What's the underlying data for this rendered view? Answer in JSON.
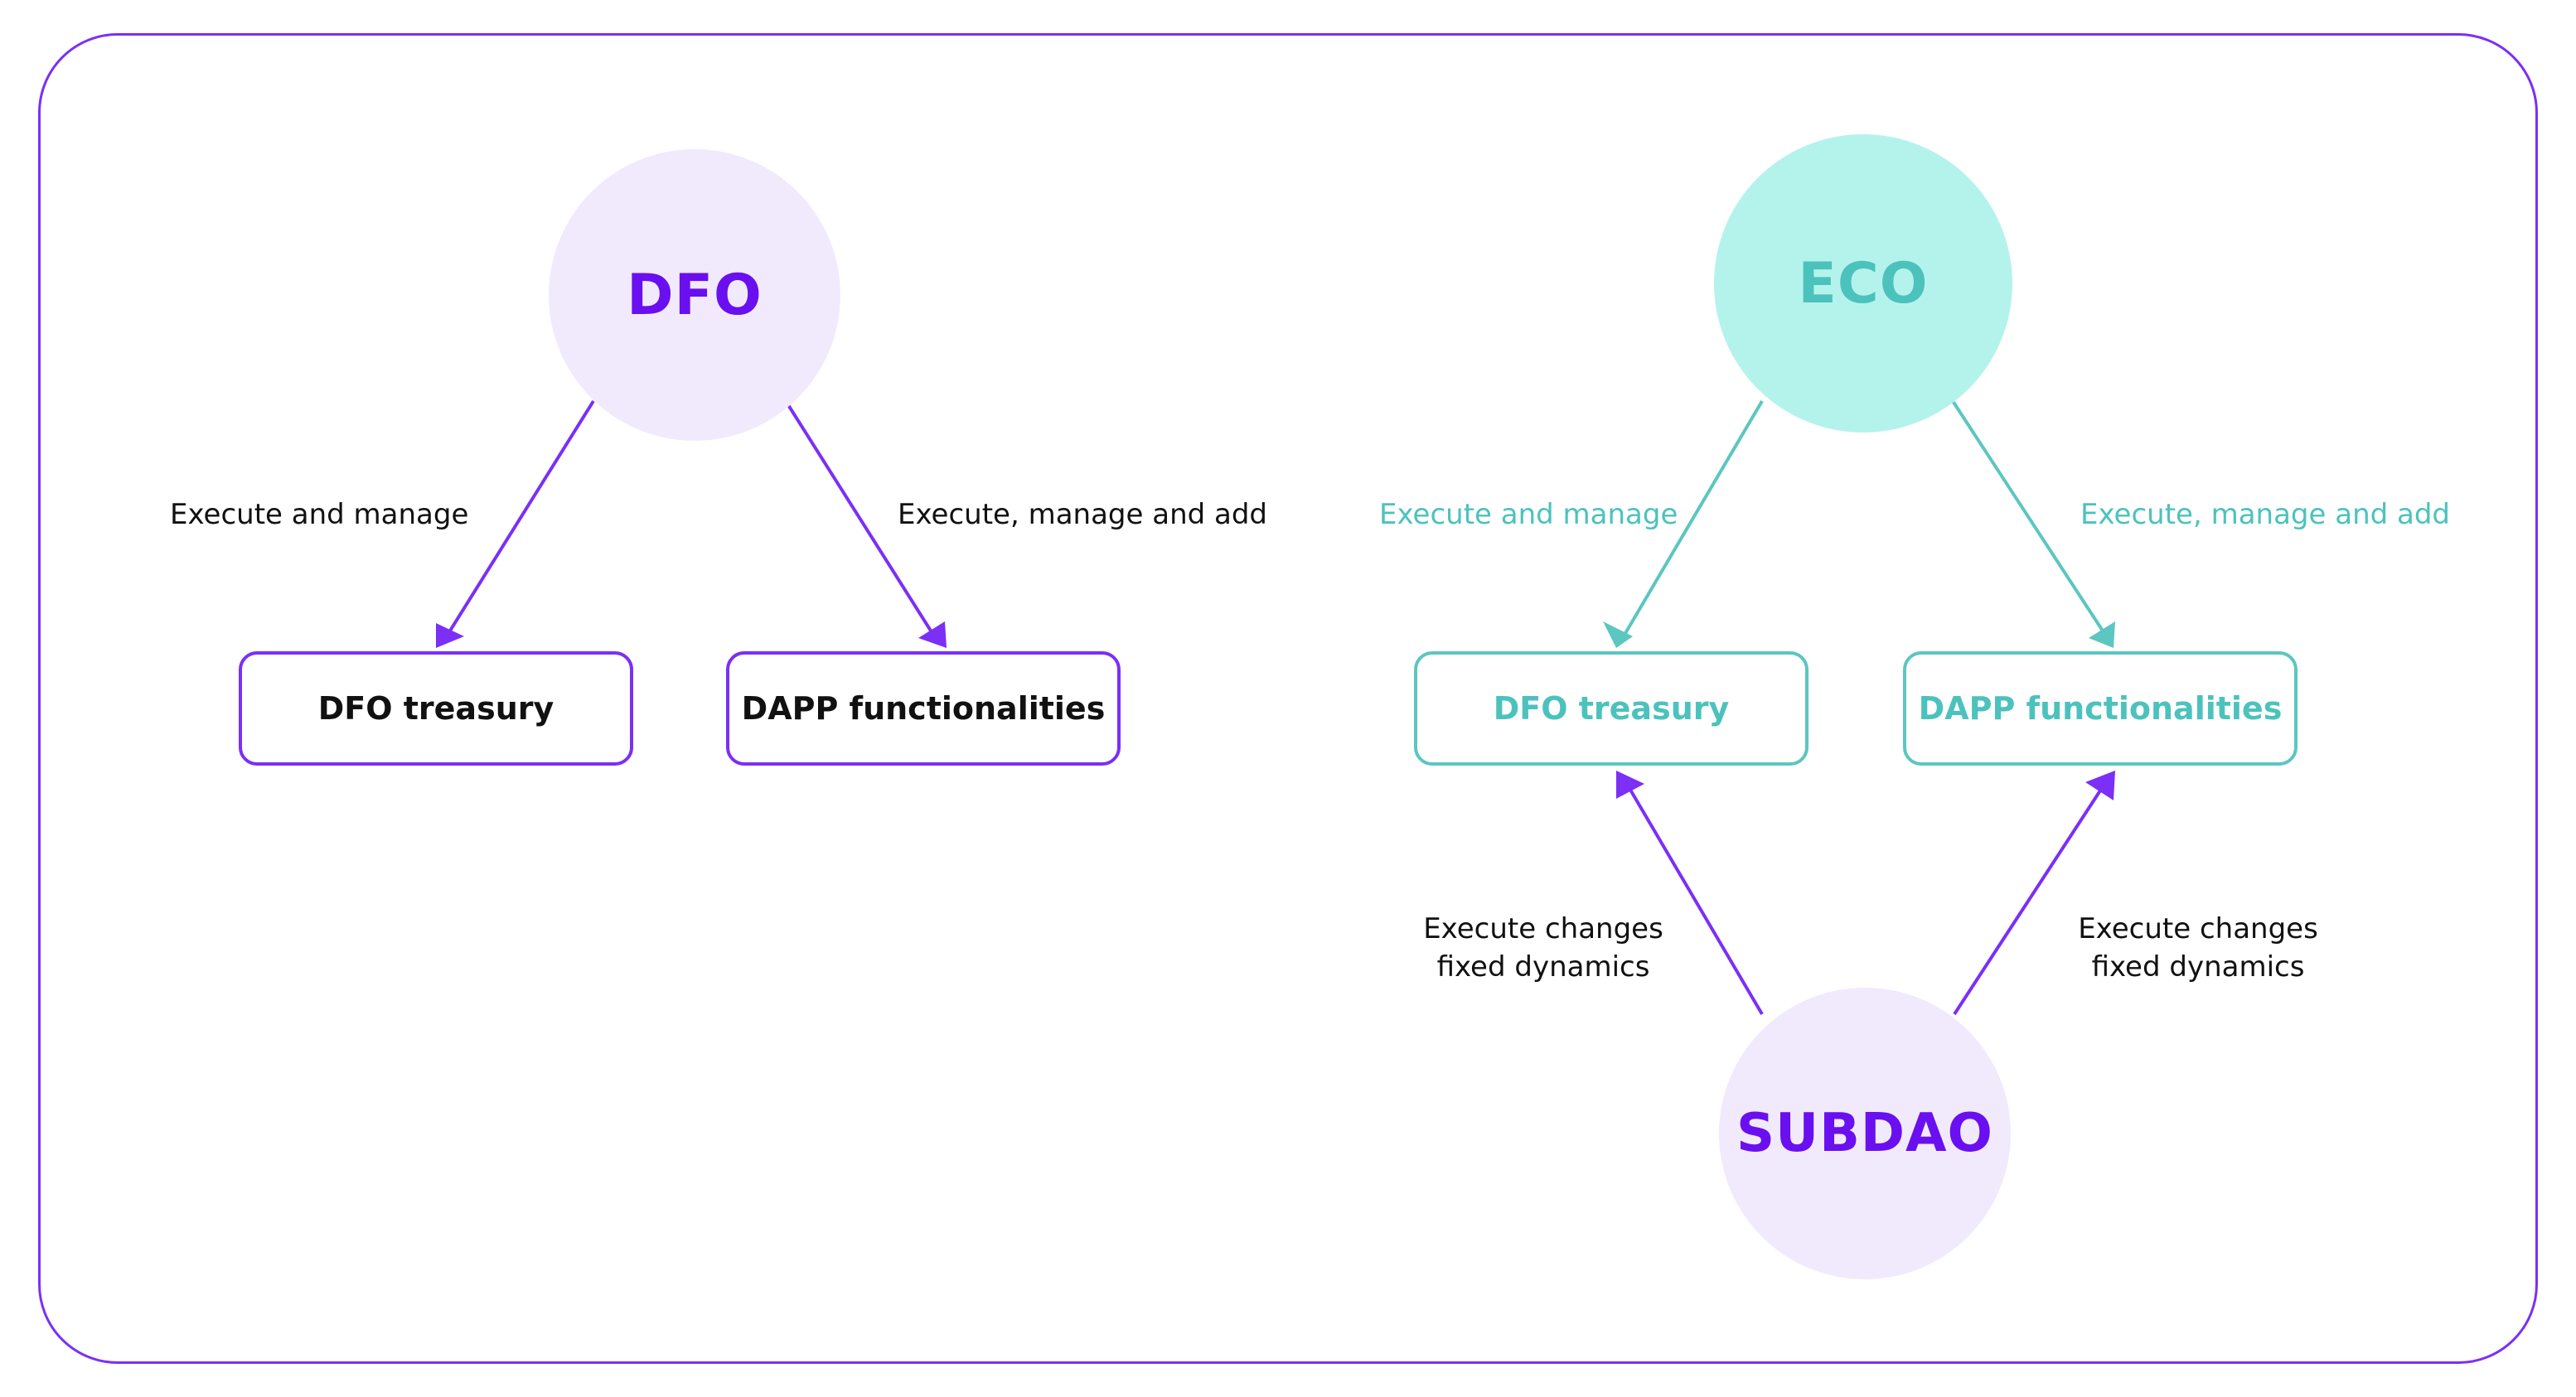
{
  "colors": {
    "purple": "#7b2ff7",
    "purple_text": "#6a0ff0",
    "purple_fill": "#f1eafc",
    "teal": "#5cc6c0",
    "teal_text": "#4cc2bd",
    "teal_fill": "#b4f3ec",
    "dark_text": "#111111"
  },
  "left_diagram": {
    "root": "DFO",
    "targets": [
      "DFO treasury",
      "DAPP functionalities"
    ],
    "edge_labels": [
      "Execute and manage",
      "Execute, manage and add"
    ]
  },
  "right_diagram": {
    "root": "ECO",
    "targets": [
      "DFO treasury",
      "DAPP functionalities"
    ],
    "edge_labels": [
      "Execute and manage",
      "Execute, manage and add"
    ],
    "source": "SUBDAO",
    "source_edge_labels": [
      [
        "Execute changes",
        "fixed dynamics"
      ],
      [
        "Execute changes",
        "fixed dynamics"
      ]
    ]
  }
}
